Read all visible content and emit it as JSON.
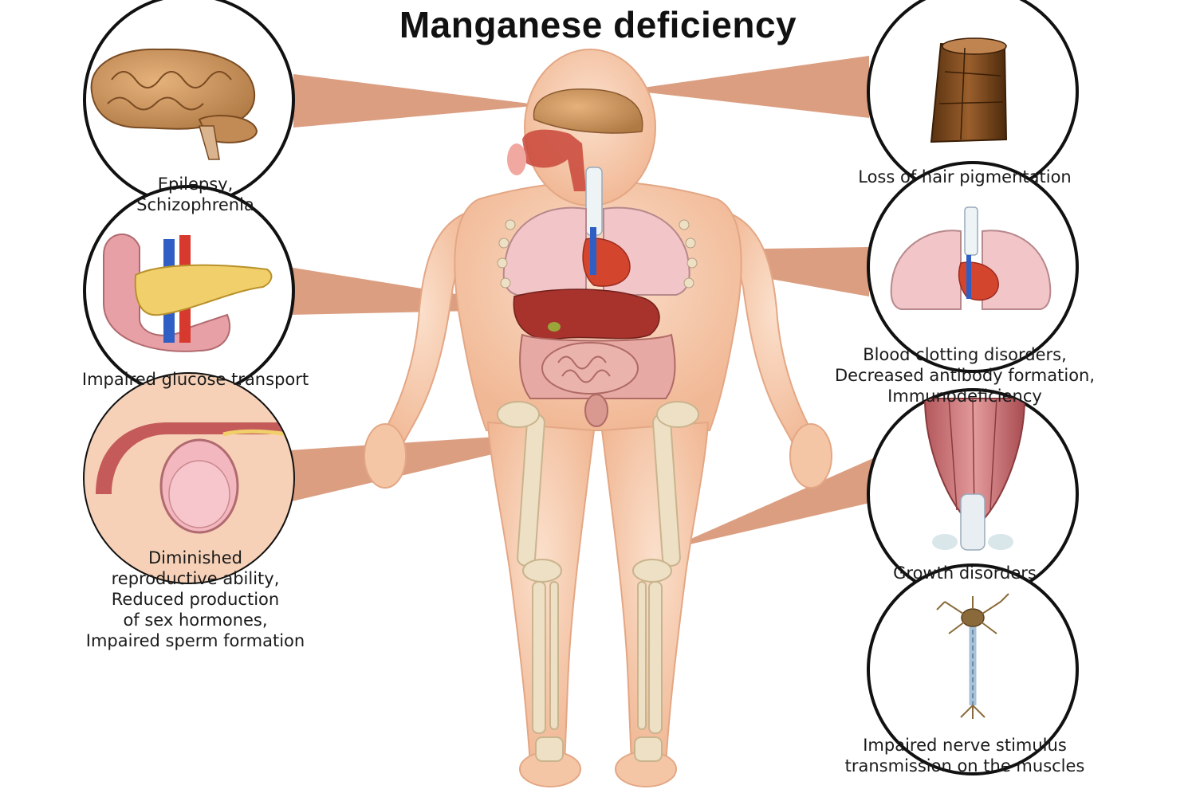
{
  "title": "Manganese deficiency",
  "colors": {
    "skin": "#f7cfb3",
    "skin_shadow": "#e8ad8c",
    "pointer": "#d89676",
    "circle_border": "#111111",
    "lung": "#f2c6c8",
    "liver": "#a8322c",
    "bone": "#eee0c4",
    "intestine": "#e7a9a3"
  },
  "callouts": {
    "brain": {
      "icon": "brain-icon",
      "lines": [
        "Epilepsy,",
        "Schizophrenia"
      ]
    },
    "pancreas": {
      "icon": "pancreas-icon",
      "lines": [
        "Impaired glucose transport"
      ]
    },
    "reproductive": {
      "icon": "testis-icon",
      "lines": [
        "Diminished",
        "reproductive ability,",
        "Reduced production",
        "of sex hormones,",
        "Impaired sperm formation"
      ]
    },
    "hair": {
      "icon": "hair-shaft-icon",
      "lines": [
        "Loss of hair pigmentation"
      ]
    },
    "lungs": {
      "icon": "lungs-heart-icon",
      "lines": [
        "Blood clotting disorders,",
        "Decreased antibody formation,",
        "Immunodeficiency"
      ]
    },
    "muscle": {
      "icon": "muscle-icon",
      "lines": [
        "Growth disorders"
      ]
    },
    "nerve": {
      "icon": "neuron-icon",
      "lines": [
        "Impaired nerve stimulus",
        "transmission on the muscles"
      ]
    }
  }
}
